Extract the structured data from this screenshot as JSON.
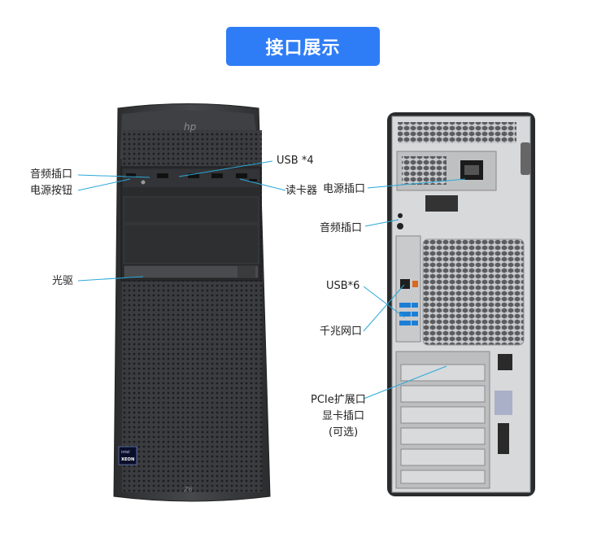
{
  "header": {
    "title": "接口展示"
  },
  "front_labels": {
    "audio_port": "音频插口",
    "power_button": "电源按钮",
    "optical_drive": "光驱",
    "usb4": "USB *4",
    "card_reader": "读卡器"
  },
  "rear_labels": {
    "power_socket": "电源插口",
    "audio_port": "音频插口",
    "usb6": "USB*6",
    "gigabit_lan": "千兆网口",
    "pcie_line1": "PCIe扩展口",
    "pcie_line2": "显卡插口",
    "pcie_line3": "(可选)"
  },
  "badge": {
    "brand": "intel",
    "product": "XEON"
  },
  "colors": {
    "accent": "#2f7df6",
    "callout": "#2aa8d8",
    "chassis": "#3a3b3d",
    "usb_blue": "#1c7fd6"
  }
}
